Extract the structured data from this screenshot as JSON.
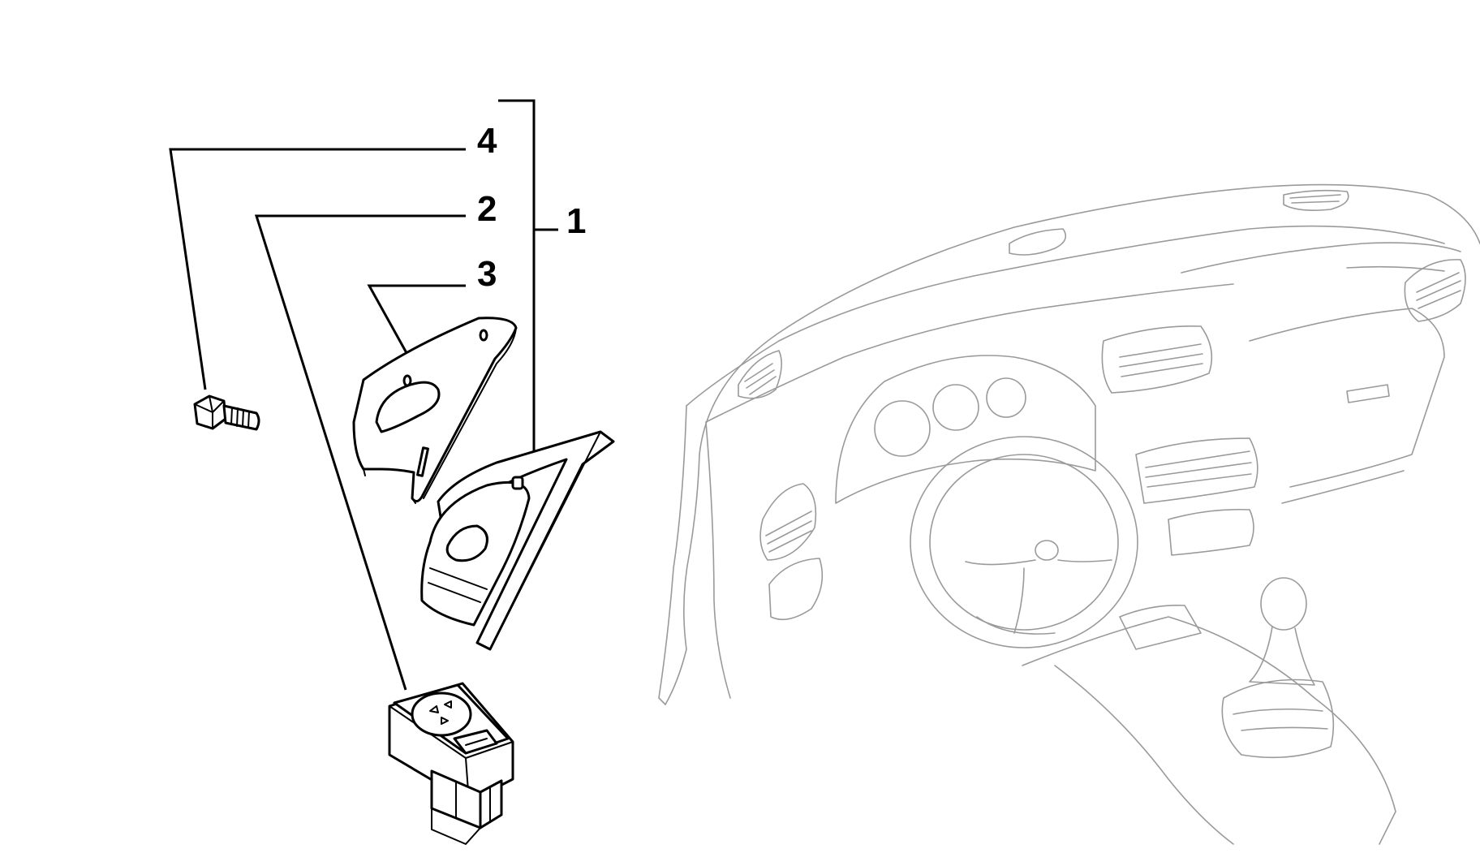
{
  "callouts": {
    "c1": "1",
    "c2": "2",
    "c3": "3",
    "c4": "4"
  },
  "icons": [
    "bolt-icon",
    "bracket-icon",
    "mount-plate-icon",
    "switch-unit-icon",
    "dashboard-context-icon"
  ]
}
